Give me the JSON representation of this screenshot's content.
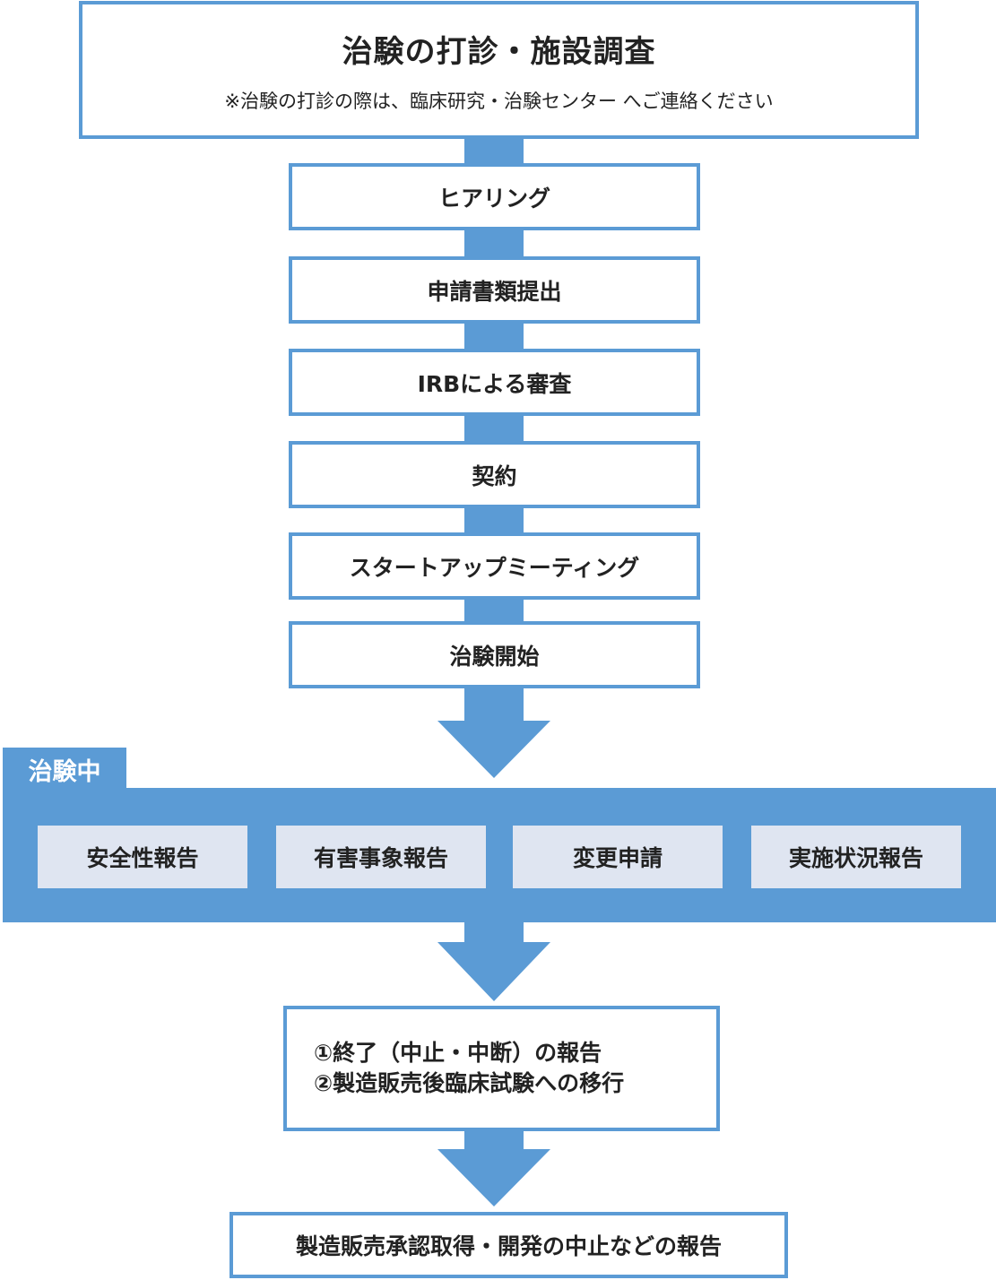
{
  "colors": {
    "accent": "#5b9bd5",
    "phase_item_bg": "#dfe5f1",
    "text": "#222222",
    "box_bg": "#ffffff"
  },
  "header": {
    "title": "治験の打診・施設調査",
    "note": "※治験の打診の際は、臨床研究・治験センター へご連絡ください"
  },
  "steps": [
    "ヒアリング",
    "申請書類提出",
    "IRBによる審査",
    "契約",
    "スタートアップミーティング",
    "治験開始"
  ],
  "phase": {
    "label": "治験中",
    "items": [
      "安全性報告",
      "有害事象報告",
      "変更申請",
      "実施状況報告"
    ]
  },
  "completion": {
    "lines": [
      "①終了（中止・中断）の報告",
      "②製造販売後臨床試験への移行"
    ]
  },
  "final": {
    "label": "製造販売承認取得・開発の中止などの報告"
  }
}
